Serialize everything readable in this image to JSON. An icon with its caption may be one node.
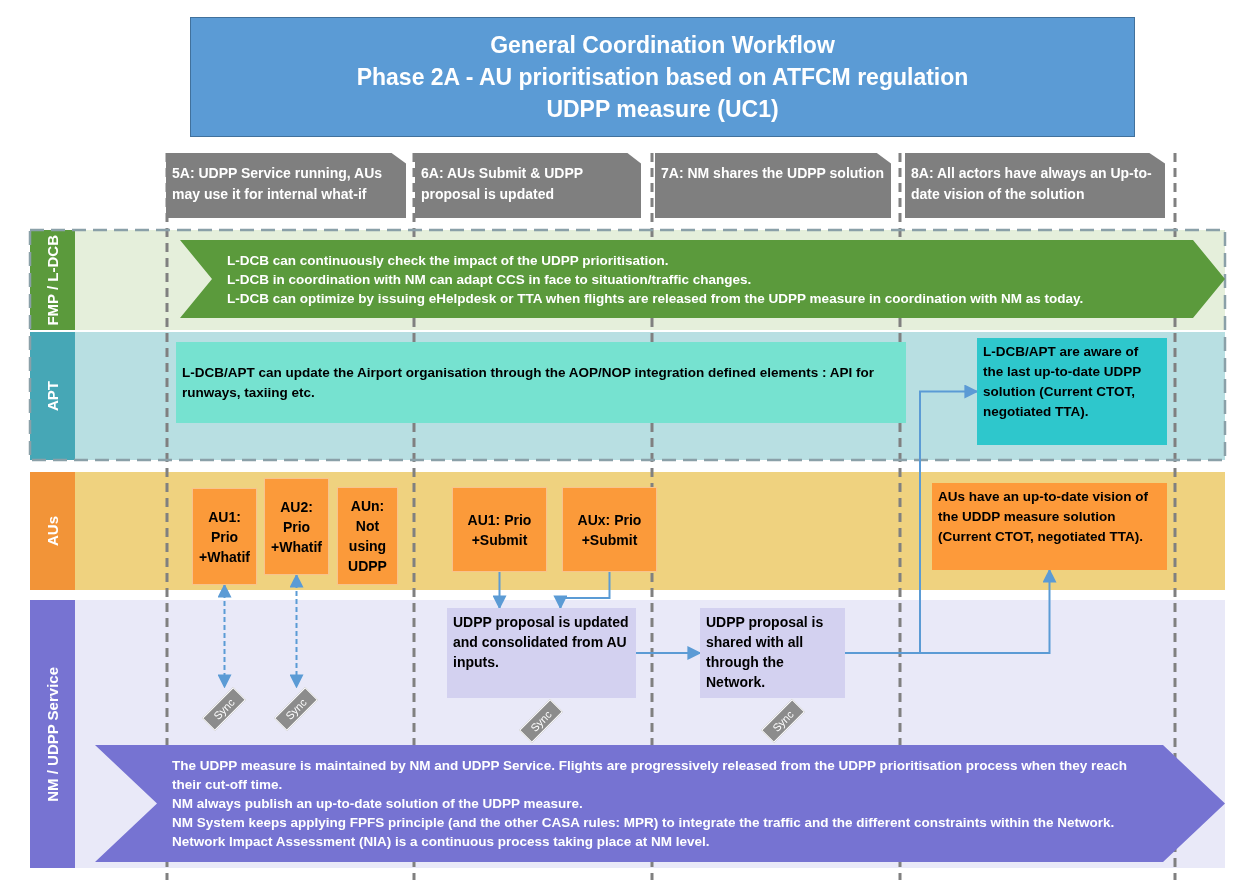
{
  "diagram": {
    "nodes": [
      {
        "text": [
          "General Coordination Workflow",
          "Phase 2A - AU prioritisation based on ATFCM regulation",
          "UDPP measure (UC1)"
        ]
      },
      {
        "text": [
          "5A: UDPP Service running, AUs may use it for internal what-if"
        ]
      },
      {
        "text": [
          "6A: AUs Submit & UDPP proposal is updated"
        ]
      },
      {
        "text": [
          "7A: NM shares the UDPP solution"
        ]
      },
      {
        "text": [
          "8A: All actors have always an Up-to-date vision of the solution"
        ]
      },
      {
        "text": [
          "FMP / L-DCB"
        ]
      },
      {
        "text": [
          "APT"
        ]
      },
      {
        "text": [
          "AUs"
        ]
      },
      {
        "text": [
          "NM / UDPP Service"
        ]
      },
      {
        "text": [
          "L-DCB can continuously check the impact of the  UDPP prioritisation.",
          "L-DCB in coordination with NM can adapt CCS in face to situation/traffic changes.",
          "L-DCB can  optimize by issuing eHelpdesk or TTA when flights are released from the UDPP measure in coordination with NM as today."
        ],
        "in": 5
      },
      {
        "text": [
          "L-DCB/APT can update the Airport organisation through the AOP/NOP integration defined elements : API for runways, taxiing etc."
        ],
        "in": 6
      },
      {
        "text": [
          "L-DCB/APT are aware of the last up-to-date UDPP solution (Current CTOT, negotiated TTA)."
        ],
        "in": 6
      },
      {
        "text": [
          "AU1: Prio +Whatif"
        ],
        "in": 7
      },
      {
        "text": [
          "AU2: Prio +Whatif"
        ],
        "in": 7
      },
      {
        "text": [
          "AUn: Not using UDPP"
        ],
        "in": 7
      },
      {
        "text": [
          "AU1: Prio +Submit"
        ],
        "in": 7
      },
      {
        "text": [
          "AUx: Prio +Submit"
        ],
        "in": 7
      },
      {
        "text": [
          "AUs have an up-to-date vision of the UDDP measure solution (Current CTOT, negotiated TTA)."
        ],
        "in": 7
      },
      {
        "text": [
          "UDPP proposal is updated and consolidated from AU inputs."
        ],
        "in": 8
      },
      {
        "text": [
          "UDPP proposal is shared with all through the Network."
        ],
        "in": 8
      },
      {
        "text": [
          "Sync"
        ],
        "in": 8
      },
      {
        "text": [
          "Sync"
        ],
        "in": 8
      },
      {
        "text": [
          "Sync"
        ],
        "in": 8
      },
      {
        "text": [
          "Sync"
        ],
        "in": 8
      },
      {
        "text": [
          "The UDPP measure is maintained by NM and UDPP Service. Flights are progressively released from the UDPP prioritisation process when they reach their cut-off time.",
          "NM always publish an up-to-date solution of the UDPP measure.",
          "NM System keeps applying FPFS principle (and the other CASA rules: MPR) to integrate the traffic and the different constraints within the Network. Network Impact Assessment (NIA) is a continuous process taking place at NM level."
        ],
        "in": 8
      }
    ],
    "edges": [
      {
        "from": 12,
        "to": 20,
        "arrow": "both",
        "style": "dashed"
      },
      {
        "from": 13,
        "to": 21,
        "arrow": "both",
        "style": "dashed"
      },
      {
        "from": 15,
        "to": 18,
        "arrow": "to"
      },
      {
        "from": 16,
        "to": 18,
        "arrow": "to"
      },
      {
        "from": 18,
        "to": 19,
        "arrow": "to"
      },
      {
        "from": 19,
        "to": 17,
        "arrow": "to"
      },
      {
        "from": 19,
        "to": 11,
        "arrow": "to"
      }
    ]
  }
}
